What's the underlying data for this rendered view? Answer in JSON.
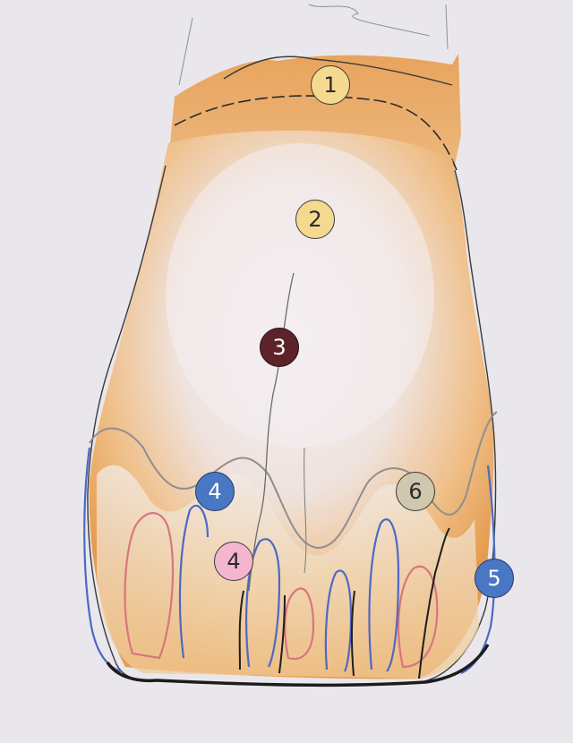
{
  "image": {
    "description_kind": "pencil drawing of a tooth with numbered callouts",
    "colors": {
      "paper": "#e9e7ec",
      "enamel_orange": "#e9a35a",
      "root_shade": "#d6782f",
      "pencil_outline": "#2b2b2b",
      "blue_pencil": "#4e68c4",
      "red_pencil": "#d8767e",
      "marker_yellow": "#f4d98f",
      "marker_maroon": "#5c2328",
      "marker_blue": "#4a77c4",
      "marker_pink": "#f4b6cf",
      "marker_grey": "#cfc7ae"
    }
  },
  "markers": [
    {
      "id": "m1",
      "label": "1",
      "color": "yellow"
    },
    {
      "id": "m2",
      "label": "2",
      "color": "yellow"
    },
    {
      "id": "m3",
      "label": "3",
      "color": "maroon"
    },
    {
      "id": "m4a",
      "label": "4",
      "color": "blue"
    },
    {
      "id": "m4b",
      "label": "4",
      "color": "pink"
    },
    {
      "id": "m5",
      "label": "5",
      "color": "blue"
    },
    {
      "id": "m6",
      "label": "6",
      "color": "grey"
    }
  ]
}
